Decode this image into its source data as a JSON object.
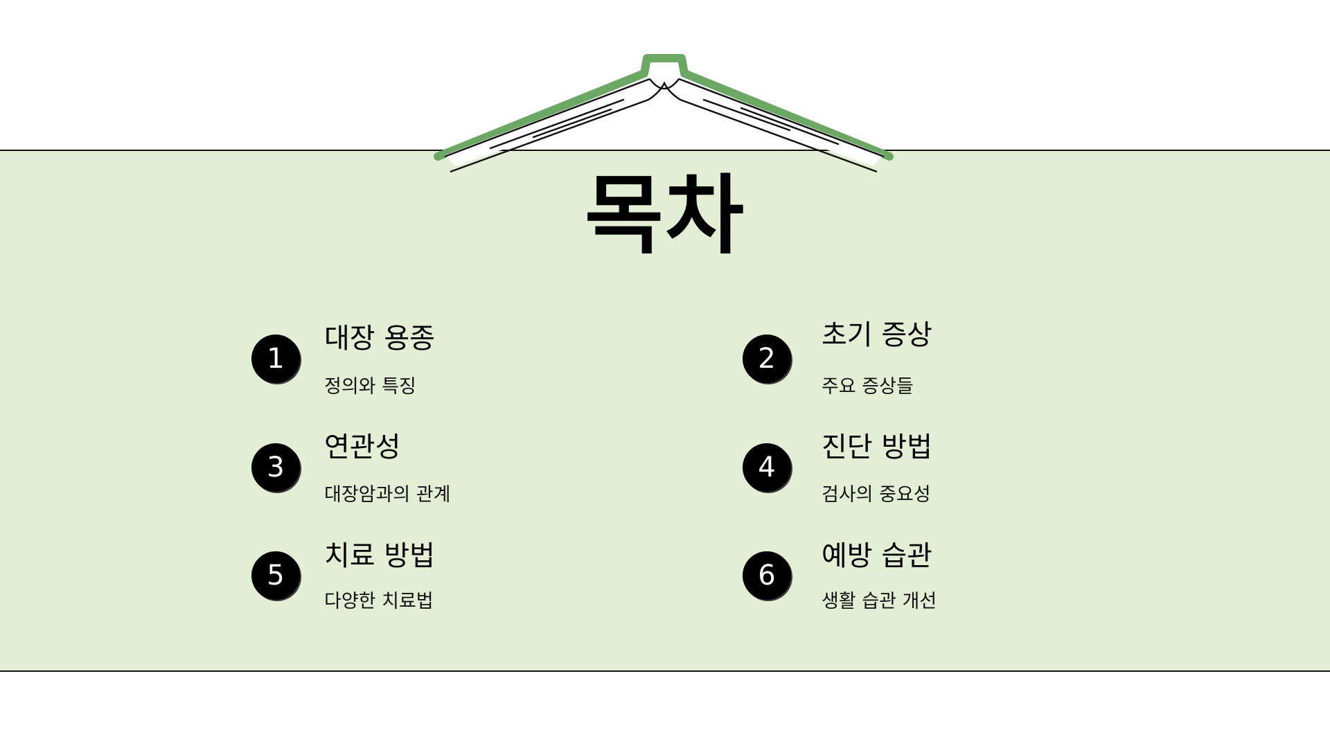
{
  "title": "목차",
  "colors": {
    "band": "#e3efd4",
    "book_cover": "#6aa863",
    "badge": "#000000"
  },
  "items": [
    {
      "number": "1",
      "title": "대장 용종",
      "subtitle": "정의와 특징"
    },
    {
      "number": "2",
      "title": "초기 증상",
      "subtitle": "주요 증상들"
    },
    {
      "number": "3",
      "title": "연관성",
      "subtitle": "대장암과의 관계"
    },
    {
      "number": "4",
      "title": "진단 방법",
      "subtitle": "검사의 중요성"
    },
    {
      "number": "5",
      "title": "치료 방법",
      "subtitle": "다양한 치료법"
    },
    {
      "number": "6",
      "title": "예방 습관",
      "subtitle": "생활 습관 개선"
    }
  ]
}
